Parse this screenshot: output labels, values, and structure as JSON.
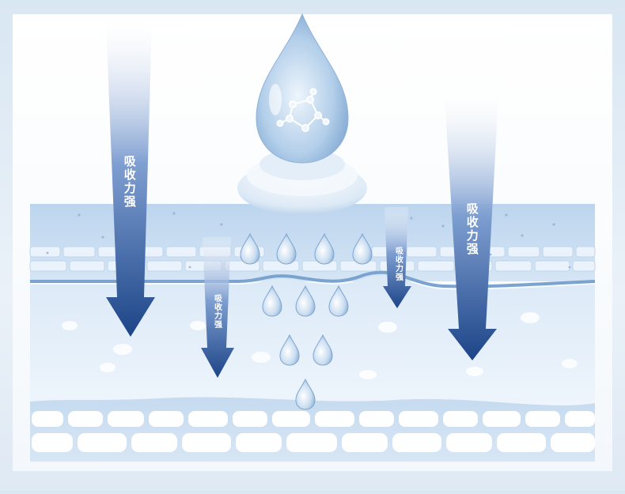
{
  "labels": {
    "absorb_left": "吸收力强",
    "absorb_center_left": "吸收力强",
    "absorb_center_right": "吸收力强",
    "absorb_right": "吸收力强"
  },
  "colors": {
    "arrow_dark": "#1f4a8e",
    "arrow_light": "#cfe0f3",
    "skin_top": "#c3d9ef",
    "skin_mid": "#e6f0fa",
    "cell": "#ffffff",
    "droplet": "#a9c7e6"
  }
}
